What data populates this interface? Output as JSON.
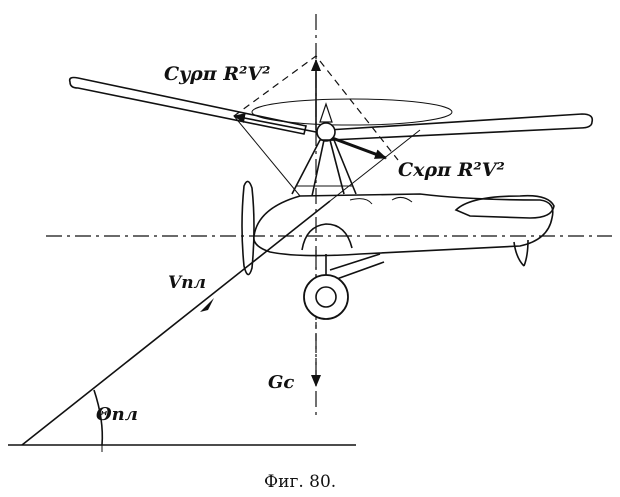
{
  "figure": {
    "labels": {
      "lift_force": "Cyρπ R²V²",
      "drag_force": "Cxρπ R²V²",
      "velocity": "Vпл",
      "weight": "Gc",
      "glide_angle": "Θпл"
    },
    "caption": "Фиг. 80."
  }
}
